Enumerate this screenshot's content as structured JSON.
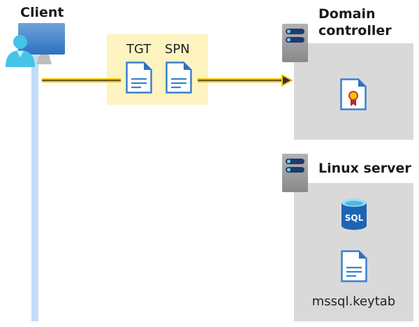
{
  "client": {
    "title": "Client",
    "icon": "user-computer-icon"
  },
  "tickets": {
    "labels": [
      "TGT",
      "SPN"
    ],
    "icon": "document-icon",
    "background": "#fdf3c0"
  },
  "arrow": {
    "color": "#f5c400",
    "direction": "client-to-domain-controller"
  },
  "domain_controller": {
    "title_line1": "Domain",
    "title_line2": "controller",
    "icon": "server-icon",
    "content_icon": "certificate-document-icon"
  },
  "linux_server": {
    "title": "Linux server",
    "icon": "server-icon",
    "content_icons": [
      "sql-database-icon",
      "document-icon"
    ],
    "file_label": "mssql.keytab"
  }
}
